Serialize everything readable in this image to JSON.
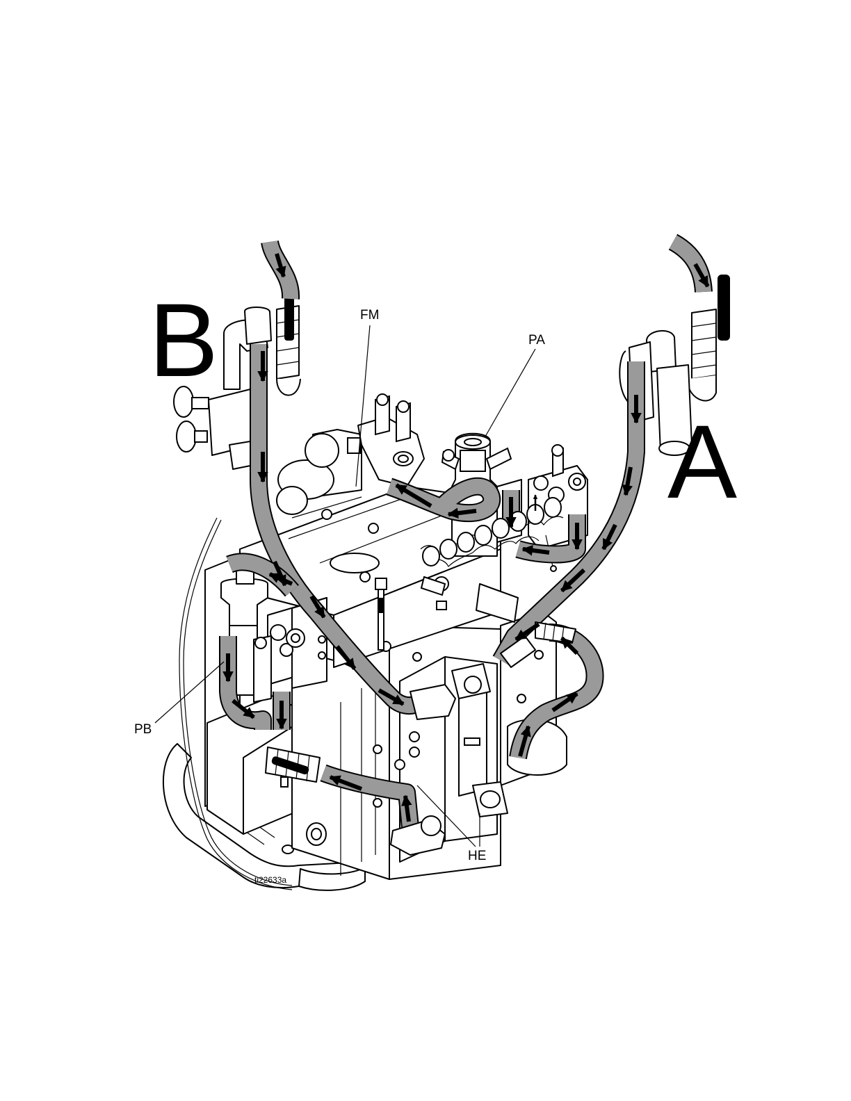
{
  "figure": {
    "inlet_labels": {
      "b": "B",
      "a": "A"
    },
    "callouts": {
      "fm": "FM",
      "pa": "PA",
      "pb": "PB",
      "he": "HE"
    },
    "figure_id": "ti22633a"
  },
  "colors": {
    "hose_fill": "#9a9a9a",
    "line": "#000000",
    "background": "#ffffff"
  },
  "icons": [
    "flow-arrow",
    "ball-valve",
    "pressure-gauge",
    "fitting",
    "heat-exchanger",
    "pump",
    "flow-meter"
  ]
}
